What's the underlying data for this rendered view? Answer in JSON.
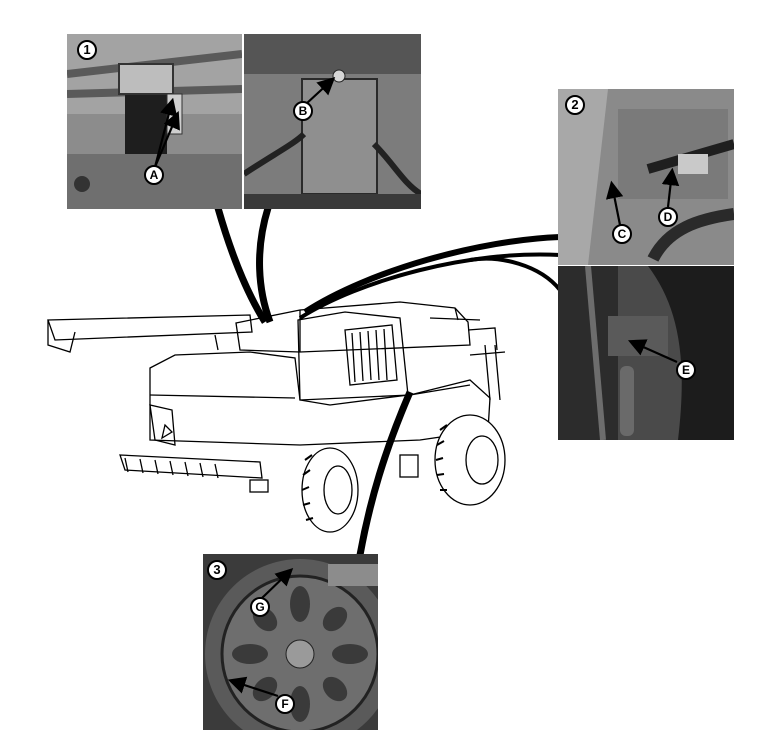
{
  "panels": [
    {
      "number": "1",
      "callouts": [
        "A"
      ]
    },
    {
      "number": "",
      "callouts": [
        "B"
      ]
    },
    {
      "number": "2",
      "callouts": [
        "C",
        "D"
      ]
    },
    {
      "number": "",
      "callouts": [
        "E"
      ]
    },
    {
      "number": "3",
      "callouts": [
        "G",
        "F"
      ]
    }
  ],
  "colors": {
    "line": "#000000",
    "photo_dark": "#3a3a3a",
    "photo_mid": "#7a7a7a",
    "photo_light": "#b5b5b5",
    "paper": "#ffffff"
  }
}
